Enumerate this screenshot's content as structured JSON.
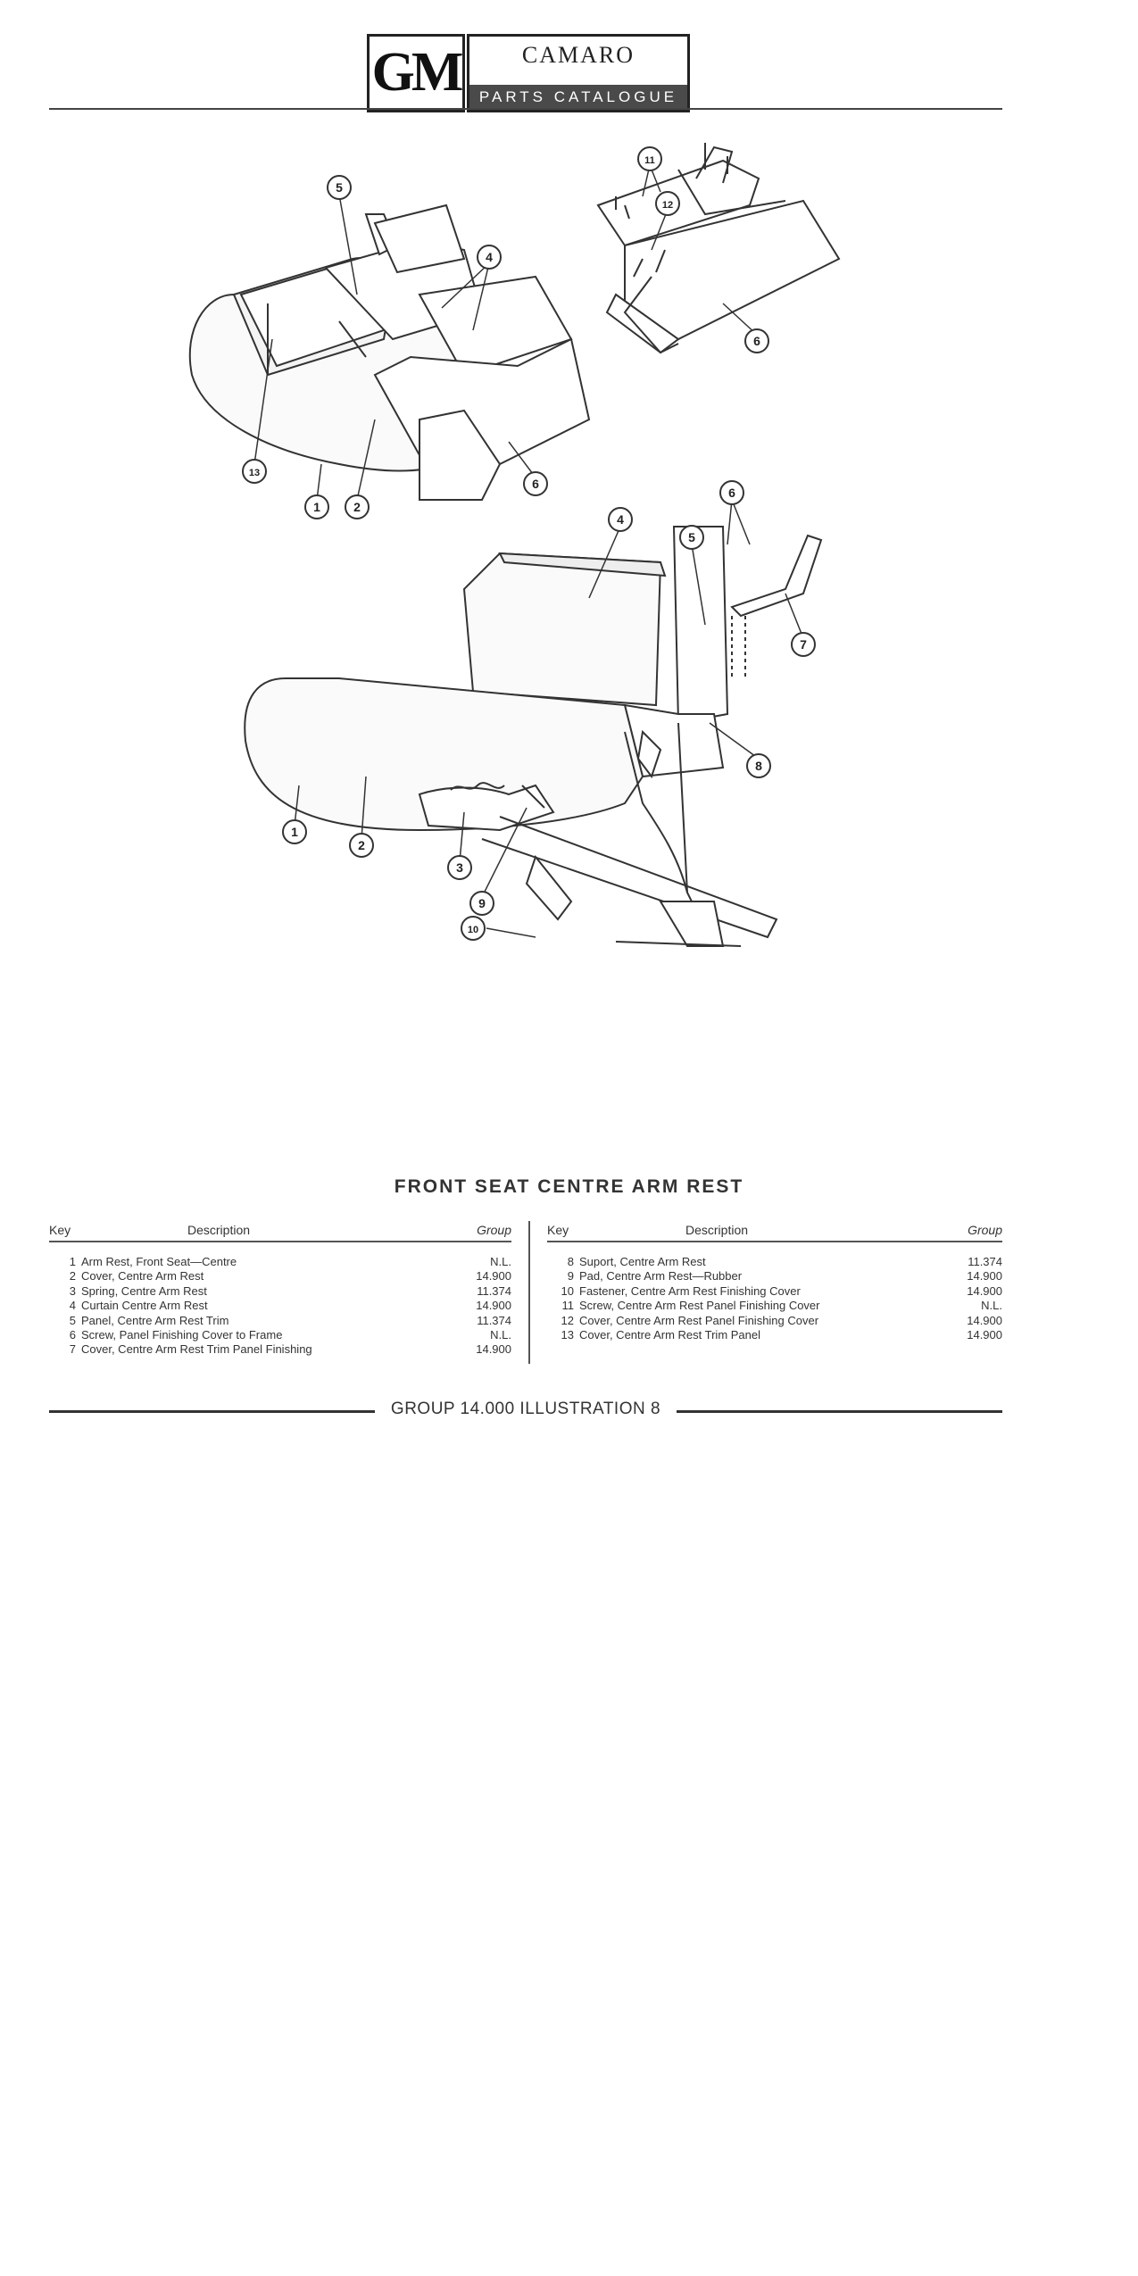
{
  "header": {
    "logo_gm": "GM",
    "logo_title": "CAMARO",
    "logo_subtitle": "PARTS CATALOGUE"
  },
  "diagram": {
    "callouts": [
      "5",
      "4",
      "13",
      "1",
      "2",
      "6",
      "11",
      "12",
      "6",
      "4",
      "5",
      "6",
      "7",
      "8",
      "1",
      "2",
      "3",
      "9",
      "10"
    ]
  },
  "section_title": "FRONT SEAT CENTRE ARM REST",
  "table": {
    "headers": {
      "key": "Key",
      "description": "Description",
      "group": "Group"
    },
    "left_rows": [
      {
        "key": "1",
        "description": "Arm Rest, Front Seat—Centre",
        "group": "N.L."
      },
      {
        "key": "2",
        "description": "Cover, Centre Arm Rest",
        "group": "14.900"
      },
      {
        "key": "3",
        "description": "Spring, Centre Arm Rest",
        "group": "11.374"
      },
      {
        "key": "4",
        "description": "Curtain Centre Arm Rest",
        "group": "14.900"
      },
      {
        "key": "5",
        "description": "Panel, Centre Arm Rest Trim",
        "group": "11.374"
      },
      {
        "key": "6",
        "description": "Screw, Panel Finishing Cover to Frame",
        "group": "N.L."
      },
      {
        "key": "7",
        "description": "Cover, Centre Arm Rest Trim Panel Finishing",
        "group": "14.900"
      }
    ],
    "right_rows": [
      {
        "key": "8",
        "description": "Suport, Centre Arm Rest",
        "group": "11.374"
      },
      {
        "key": "9",
        "description": "Pad, Centre Arm Rest—Rubber",
        "group": "14.900"
      },
      {
        "key": "10",
        "description": "Fastener, Centre Arm Rest Finishing Cover",
        "group": "14.900"
      },
      {
        "key": "11",
        "description": "Screw, Centre Arm Rest Panel Finishing Cover",
        "group": "N.L."
      },
      {
        "key": "12",
        "description": "Cover, Centre Arm Rest Panel Finishing Cover",
        "group": "14.900"
      },
      {
        "key": "13",
        "description": "Cover, Centre Arm Rest Trim Panel",
        "group": "14.900"
      }
    ]
  },
  "footer": "GROUP 14.000 ILLUSTRATION 8"
}
